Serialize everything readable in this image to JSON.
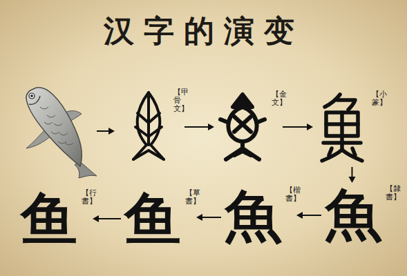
{
  "diagram": {
    "title": "汉字的演变",
    "nodes": [
      {
        "text": [
          "【甲骨文】"
        ]
      },
      {
        "text": [
          "【金文】"
        ]
      },
      {
        "text": [
          "【小篆】"
        ]
      },
      {
        "text": [
          "魚",
          "【隸書】"
        ]
      },
      {
        "text": [
          "魚",
          "【楷書】"
        ]
      },
      {
        "text": [
          "鱼",
          "【草書】"
        ]
      },
      {
        "text": [
          "鱼",
          "【行書】"
        ]
      }
    ],
    "edges": [
      {
        "from": 0,
        "to": 1,
        "arrow": "to"
      },
      {
        "from": 1,
        "to": 2,
        "arrow": "to"
      },
      {
        "from": 2,
        "to": 3,
        "arrow": "to"
      },
      {
        "from": 3,
        "to": 4,
        "arrow": "to"
      },
      {
        "from": 4,
        "to": 5,
        "arrow": "to"
      },
      {
        "from": 5,
        "to": 6,
        "arrow": "to"
      }
    ]
  }
}
